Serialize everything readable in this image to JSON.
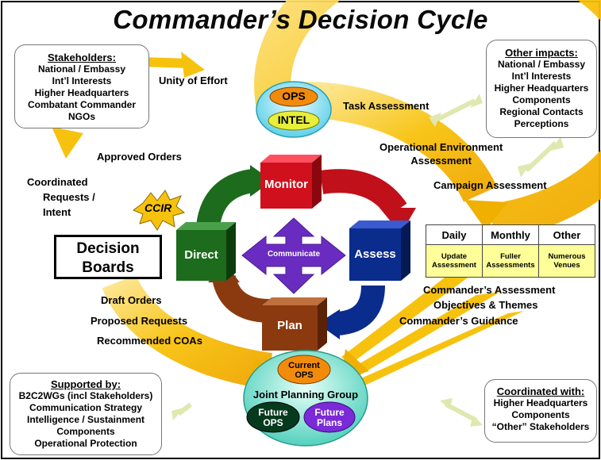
{
  "title": "Commander’s Decision Cycle",
  "stakeholders": {
    "heading": "Stakeholders",
    "items": [
      "National / Embassy",
      "Int’l Interests",
      "Higher Headquarters",
      "Combatant Commander",
      "NGOs"
    ]
  },
  "other_impacts": {
    "heading": "Other impacts",
    "items": [
      "National / Embassy",
      "Int’l Interests",
      "Higher Headquarters",
      "Components",
      "Regional Contacts",
      "Perceptions"
    ]
  },
  "supported_by": {
    "heading": "Supported by",
    "items": [
      "B2C2WGs (incl Stakeholders)",
      "Communication Strategy",
      "Intelligence / Sustainment",
      "Components",
      "Operational Protection"
    ]
  },
  "coordinated_with": {
    "heading": "Coordinated with",
    "items": [
      "Higher Headquarters",
      "Components",
      "“Other” Stakeholders"
    ]
  },
  "cycle_labels": {
    "unity_of_effort": "Unity of Effort",
    "approved_orders": "Approved Orders",
    "coordinated_requests": [
      "Coordinated",
      "Requests /",
      "Intent"
    ],
    "ccir": "CCIR",
    "task_assessment": "Task Assessment",
    "operational_environment": [
      "Operational Environment",
      "Assessment"
    ],
    "campaign_assessment": "Campaign Assessment",
    "draft_orders": "Draft Orders",
    "proposed_requests": "Proposed Requests",
    "recommended_coas": "Recommended COAs",
    "commanders_assessment": "Commander’s Assessment",
    "objectives_themes": "Objectives & Themes",
    "commanders_guidance": "Commander’s Guidance"
  },
  "decision_boards": [
    "Decision",
    "Boards"
  ],
  "ops_intel": {
    "ops": "OPS",
    "intel": "INTEL"
  },
  "cycle_steps": {
    "monitor": "Monitor",
    "assess": "Assess",
    "plan": "Plan",
    "direct": "Direct",
    "communicate": "Communicate"
  },
  "assessment_table": {
    "headers": [
      "Daily",
      "Monthly",
      "Other"
    ],
    "cells": [
      [
        "Update",
        "Assessment"
      ],
      [
        "Fuller",
        "Assessments"
      ],
      [
        "Numerous",
        "Venues"
      ]
    ]
  },
  "jpg": {
    "current_ops": [
      "Current",
      "OPS"
    ],
    "label": "Joint Planning Group",
    "future_ops": [
      "Future",
      "OPS"
    ],
    "future_plans": [
      "Future",
      "Plans"
    ]
  },
  "colors": {
    "ring": "#f7c20e",
    "monitor": "#d0101c",
    "assess": "#0a2c8c",
    "plan": "#8b3a10",
    "direct": "#1d6b1d",
    "communicate": "#6a2cc0",
    "ops_oval": "#f28b0c",
    "intel_oval": "#e8ef3a",
    "jpg_oval": "#7fe0d0",
    "future_plans": "#7a2ad6",
    "future_ops": "#063a1e",
    "table_cell": "#ffff99"
  }
}
